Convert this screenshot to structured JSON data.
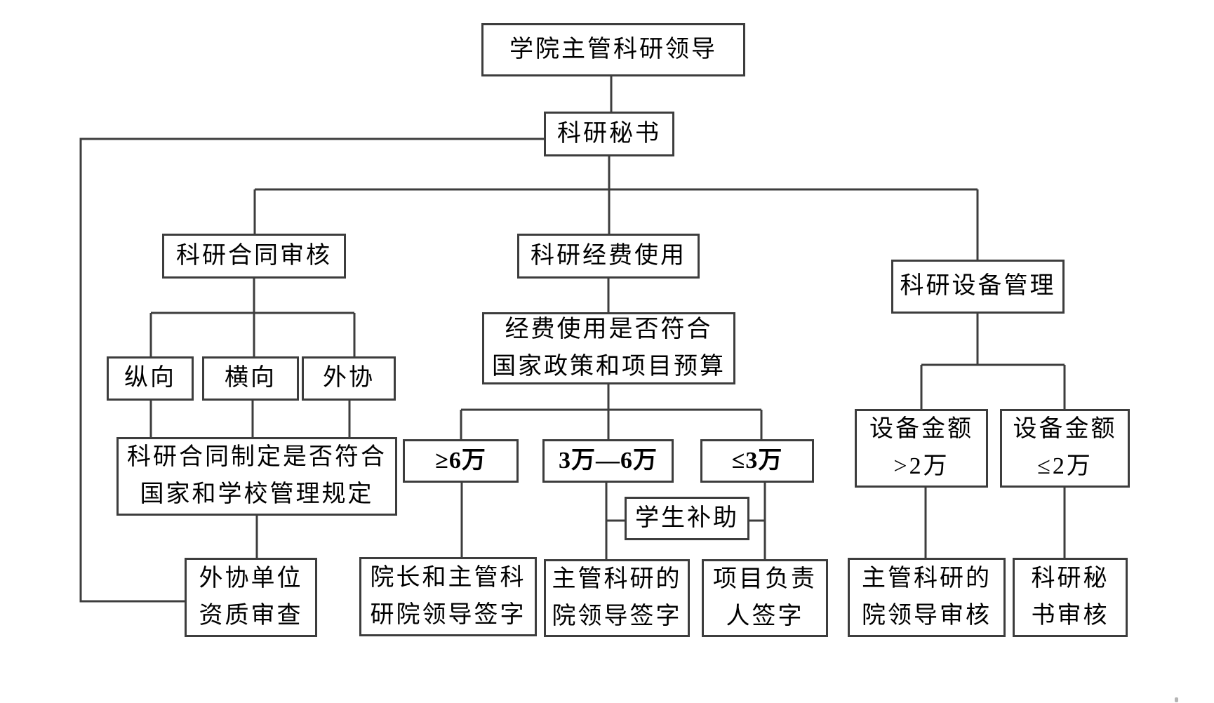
{
  "diagram": {
    "type": "flowchart",
    "language": "zh-CN",
    "colors": {
      "background": "#ffffff",
      "line": "#3d3d3d",
      "box_border": "#3d3d3d",
      "text": "#000000"
    },
    "nodes": {
      "root": {
        "label": "学院主管科研领导"
      },
      "secretary": {
        "label": "科研秘书"
      },
      "contract_review": {
        "label": "科研合同审核"
      },
      "funding_use": {
        "label": "科研经费使用"
      },
      "equipment_mgmt": {
        "label": "科研设备管理"
      },
      "vertical_type": {
        "label": "纵向"
      },
      "horizontal_type": {
        "label": "横向"
      },
      "external_type": {
        "label": "外协"
      },
      "contract_check": {
        "label": "科研合同制定是否符合\n国家和学校管理规定"
      },
      "funding_check": {
        "label": "经费使用是否符合\n国家政策和项目预算"
      },
      "ge_6w": {
        "label": "≥6万"
      },
      "between_3w_6w": {
        "label": "3万—6万"
      },
      "le_3w": {
        "label": "≤3万"
      },
      "student_subsidy": {
        "label": "学生补助"
      },
      "external_qualification": {
        "label": "外协单位\n资质审查"
      },
      "dean_sign": {
        "label": "院长和主管科\n研院领导签字"
      },
      "research_leader_sign": {
        "label": "主管科研的\n院领导签字"
      },
      "project_leader_sign": {
        "label": "项目负责\n人签字"
      },
      "equip_gt_2w": {
        "label": "设备金额\n>2万"
      },
      "equip_le_2w": {
        "label": "设备金额\n≤2万"
      },
      "research_leader_review": {
        "label": "主管科研的\n院领导审核"
      },
      "secretary_review": {
        "label": "科研秘\n书审核"
      }
    },
    "edges": [
      {
        "from": "root",
        "to": "secretary"
      },
      {
        "from": "secretary",
        "to": "contract_review"
      },
      {
        "from": "secretary",
        "to": "funding_use"
      },
      {
        "from": "secretary",
        "to": "equipment_mgmt"
      },
      {
        "from": "secretary",
        "to": "external_qualification"
      },
      {
        "from": "contract_review",
        "to": "vertical_type"
      },
      {
        "from": "contract_review",
        "to": "horizontal_type"
      },
      {
        "from": "contract_review",
        "to": "external_type"
      },
      {
        "from": "vertical_type",
        "to": "contract_check"
      },
      {
        "from": "horizontal_type",
        "to": "contract_check"
      },
      {
        "from": "external_type",
        "to": "contract_check"
      },
      {
        "from": "contract_check",
        "to": "external_qualification"
      },
      {
        "from": "funding_use",
        "to": "funding_check"
      },
      {
        "from": "funding_check",
        "to": "ge_6w"
      },
      {
        "from": "funding_check",
        "to": "between_3w_6w"
      },
      {
        "from": "funding_check",
        "to": "le_3w"
      },
      {
        "from": "between_3w_6w",
        "to": "student_subsidy"
      },
      {
        "from": "le_3w",
        "to": "student_subsidy"
      },
      {
        "from": "ge_6w",
        "to": "dean_sign"
      },
      {
        "from": "between_3w_6w",
        "to": "research_leader_sign"
      },
      {
        "from": "le_3w",
        "to": "project_leader_sign"
      },
      {
        "from": "equipment_mgmt",
        "to": "equip_gt_2w"
      },
      {
        "from": "equipment_mgmt",
        "to": "equip_le_2w"
      },
      {
        "from": "equip_gt_2w",
        "to": "research_leader_review"
      },
      {
        "from": "equip_le_2w",
        "to": "secretary_review"
      }
    ]
  }
}
